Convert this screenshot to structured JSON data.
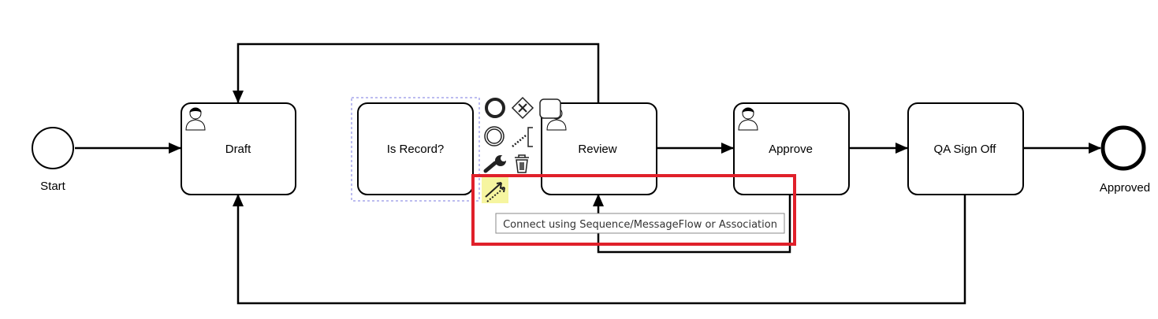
{
  "diagram": {
    "start_event": {
      "label": "Start"
    },
    "end_event": {
      "label": "Approved"
    },
    "tasks": {
      "draft": "Draft",
      "is_record": "Is Record?",
      "review": "Review",
      "approve": "Approve",
      "qa_sign_off": "QA Sign Off"
    }
  },
  "context_pad": {
    "tooltip": "Connect using Sequence/MessageFlow or Association",
    "tools": [
      "end-event-icon",
      "gateway-icon",
      "task-icon",
      "intermediate-event-icon",
      "text-annotation-icon",
      "wrench-icon",
      "trash-icon",
      "connect-icon"
    ]
  },
  "colors": {
    "highlight_box": "#e0202a",
    "selection_outline": "#7a7ae0",
    "connect_icon_bg": "#f6f5a0"
  }
}
